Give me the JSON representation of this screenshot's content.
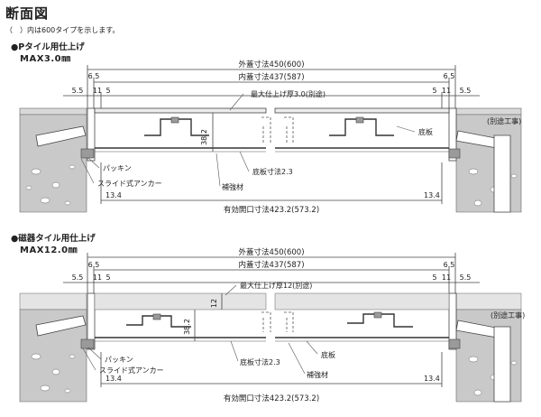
{
  "header": {
    "title": "断面図",
    "note": "（　）内は600タイプを示します。"
  },
  "sections": [
    {
      "title": "●Pタイル用仕上げ",
      "subtitle": "MAX3.0㎜",
      "dims": {
        "outer": "外蓋寸法450(600)",
        "inner": "内蓋寸法437(587)",
        "left_65": "6.5",
        "right_65": "6.5",
        "left_55": "5.5",
        "left_11": "11",
        "left_5": "5",
        "right_5": "5",
        "right_11": "11",
        "right_55": "5.5",
        "height": "38.2",
        "opening": "有効開口寸法423.2(573.2)",
        "left_134": "13.4",
        "right_134": "13.4"
      },
      "labels": {
        "max_finish": "最大仕上げ厚3.0(別途)",
        "bottom_plate": "底板",
        "separate_work": "(別途工事)",
        "packing": "パッキン",
        "anchor": "スライド式アンカー",
        "plate_thickness": "底板寸法2.3",
        "reinforcement": "補強材"
      }
    },
    {
      "title": "●磁器タイル用仕上げ",
      "subtitle": "MAX12.0㎜",
      "dims": {
        "outer": "外蓋寸法450(600)",
        "inner": "内蓋寸法437(587)",
        "left_65": "6.5",
        "right_65": "6.5",
        "left_55": "5.5",
        "left_11": "11",
        "left_5": "5",
        "right_5": "5",
        "right_11": "11",
        "right_55": "5.5",
        "height": "38.2",
        "tile_12": "12",
        "opening": "有効開口寸法423.2(573.2)",
        "left_134": "13.4",
        "right_134": "13.4"
      },
      "labels": {
        "max_finish": "最大仕上げ厚12(別途)",
        "bottom_plate": "底板",
        "separate_work": "(別途工事)",
        "packing": "パッキン",
        "anchor": "スライド式アンカー",
        "plate_thickness": "底板寸法2.3",
        "reinforcement": "補強材"
      }
    }
  ]
}
